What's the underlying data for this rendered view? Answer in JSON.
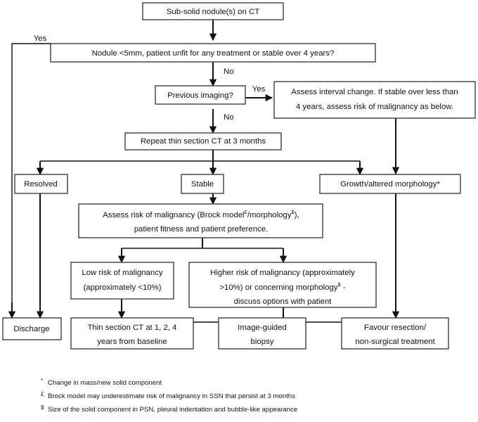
{
  "diagram": {
    "title_node": "Sub-solid nodule(s) on CT",
    "nodes": [
      {
        "id": "start",
        "label": "Sub-solid nodule(s) on CT"
      },
      {
        "id": "unfit",
        "label": "Nodule <5mm, patient unfit for any treatment or stable over 4 years?"
      },
      {
        "id": "prev",
        "label": "Previous imaging?"
      },
      {
        "id": "assess_int_l1",
        "label": "Assess interval change. If stable over less than"
      },
      {
        "id": "assess_int_l2",
        "label": "4 years,  assess risk of malignancy as below."
      },
      {
        "id": "repeat",
        "label": "Repeat thin section CT at 3 months"
      },
      {
        "id": "resolved",
        "label": "Resolved"
      },
      {
        "id": "stable",
        "label": "Stable"
      },
      {
        "id": "growth",
        "label": "Growth/altered morphology*"
      },
      {
        "id": "assess_l1",
        "label": "Assess risk  of malignancy (Brock  model"
      },
      {
        "id": "assess_l1b",
        "label": "/morphology"
      },
      {
        "id": "assess_l1c",
        "label": "),"
      },
      {
        "id": "assess_l2",
        "label": "patient fitness and patient preference."
      },
      {
        "id": "lowrisk_l1",
        "label": "Low risk of malignancy"
      },
      {
        "id": "lowrisk_l2",
        "label": "(approximately <10%)"
      },
      {
        "id": "highrisk_l1",
        "label": "Higher risk of malignancy (approximately"
      },
      {
        "id": "highrisk_l2a",
        "label": ">10%) or concerning morphology"
      },
      {
        "id": "highrisk_l2b",
        "label": " -"
      },
      {
        "id": "highrisk_l3",
        "label": "discuss options with patient"
      },
      {
        "id": "discharge",
        "label": "Discharge"
      },
      {
        "id": "thinct_l1",
        "label": "Thin section CT at 1, 2, 4"
      },
      {
        "id": "thinct_l2",
        "label": "years from baseline"
      },
      {
        "id": "biopsy_l1",
        "label": "Image-guided"
      },
      {
        "id": "biopsy_l2",
        "label": "biopsy"
      },
      {
        "id": "resect_l1",
        "label": "Favour resection/"
      },
      {
        "id": "resect_l2",
        "label": "non-surgical treatment"
      }
    ],
    "edge_labels": {
      "yes_left": "Yes",
      "no_unfit": "No",
      "yes_prev": "Yes",
      "no_prev": "No"
    },
    "superscripts": {
      "asterisk": "*",
      "pound": "£",
      "dollar": "$"
    },
    "footnotes": [
      {
        "mark": "*",
        "text": "Change in mass/new solid component"
      },
      {
        "mark": "£",
        "text": "Brock model may underestimate risk  of malignancy in SSN that persist at 3 months"
      },
      {
        "mark": "$",
        "text": "Size of the solid component in PSN, pleural indentation and bubble-like appearance"
      }
    ],
    "colors": {
      "background": "#ffffff",
      "box_stroke": "#3f3f3f",
      "line": "#111111",
      "text": "#111111"
    }
  }
}
